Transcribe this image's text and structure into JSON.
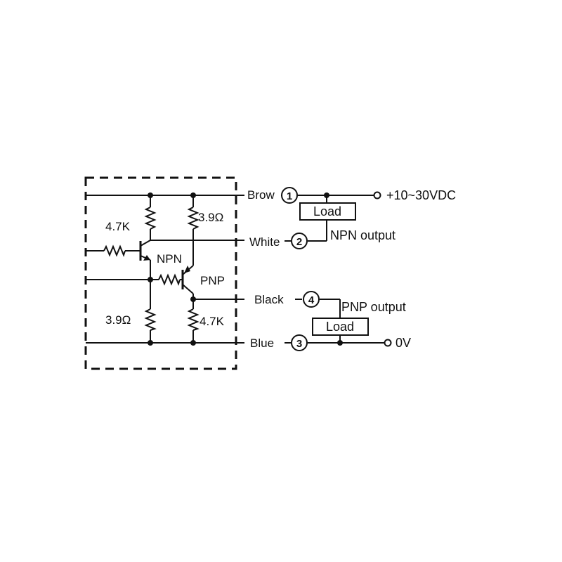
{
  "circuit": {
    "resistors": {
      "npn_collector": "4.7K",
      "npn_pullup": "3.9Ω",
      "npn_emitter": "3.9Ω",
      "pnp_emitter": "4.7K"
    },
    "transistors": {
      "npn": "NPN",
      "pnp": "PNP"
    }
  },
  "wires": {
    "brown": {
      "label": "Brow",
      "pin": "1"
    },
    "white": {
      "label": "White",
      "pin": "2"
    },
    "black": {
      "label": "Black",
      "pin": "4"
    },
    "blue": {
      "label": "Blue",
      "pin": "3"
    }
  },
  "external": {
    "supply": "+10~30VDC",
    "ground": "0V",
    "npn_load": "Load",
    "pnp_load": "Load",
    "npn_output": "NPN output",
    "pnp_output": "PNP output"
  }
}
